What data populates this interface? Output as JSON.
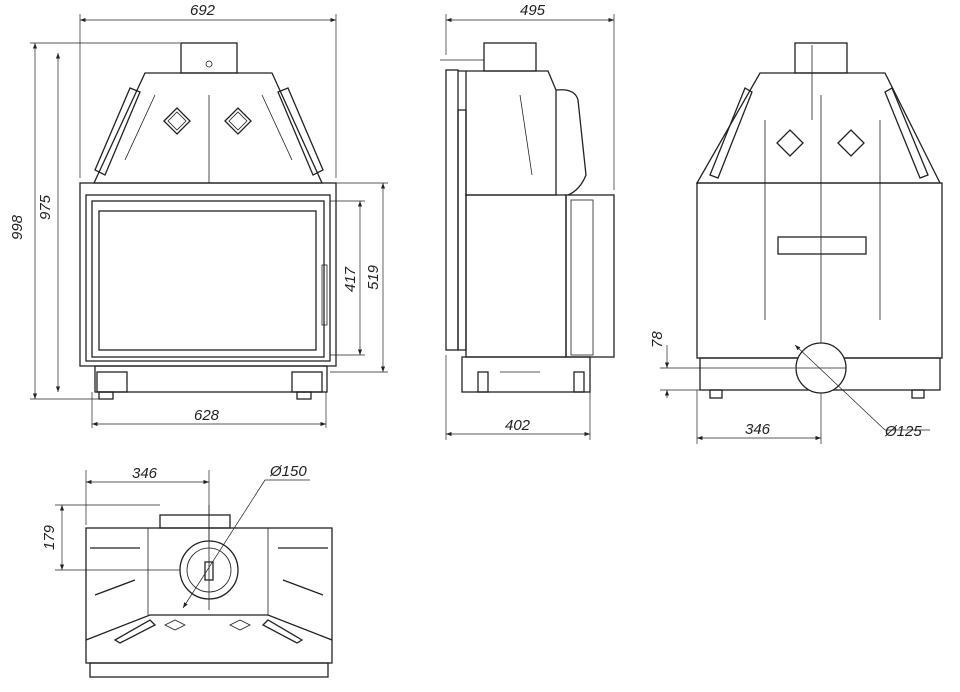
{
  "front_view": {
    "width": "692",
    "height_total": "998",
    "height_body": "975",
    "glass_height": "417",
    "door_height": "519",
    "base_width": "628"
  },
  "side_view": {
    "depth_total": "495",
    "depth_base": "402"
  },
  "rear_view": {
    "flue_height": "78",
    "flue_offset": "346",
    "flue_diameter": "Ø125"
  },
  "top_view": {
    "flue_offset": "346",
    "flue_diameter": "Ø150",
    "flue_depth": "179"
  }
}
